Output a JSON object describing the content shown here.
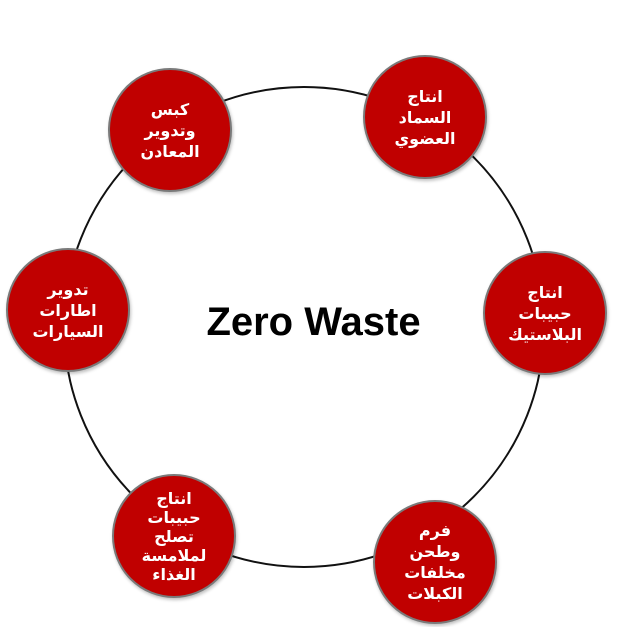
{
  "center_title": "Zero Waste",
  "colors": {
    "node_fill": "#c00000",
    "ring": "#111111",
    "text": "#ffffff"
  },
  "nodes": [
    {
      "lines": [
        "انتاج",
        "السماد",
        "العضوي"
      ]
    },
    {
      "lines": [
        "انتاج",
        "حبيبات",
        "البلاستيك"
      ]
    },
    {
      "lines": [
        "فرم",
        "وطحن",
        "مخلفات",
        "الكبلات"
      ]
    },
    {
      "lines": [
        "انتاج",
        "حبيبات",
        "تصلح",
        "لملامسة",
        "الغذاء"
      ]
    },
    {
      "lines": [
        "تدوير",
        "اطارات",
        "السيارات"
      ]
    },
    {
      "lines": [
        "كبس",
        "وتدوير",
        "المعادن"
      ]
    }
  ]
}
